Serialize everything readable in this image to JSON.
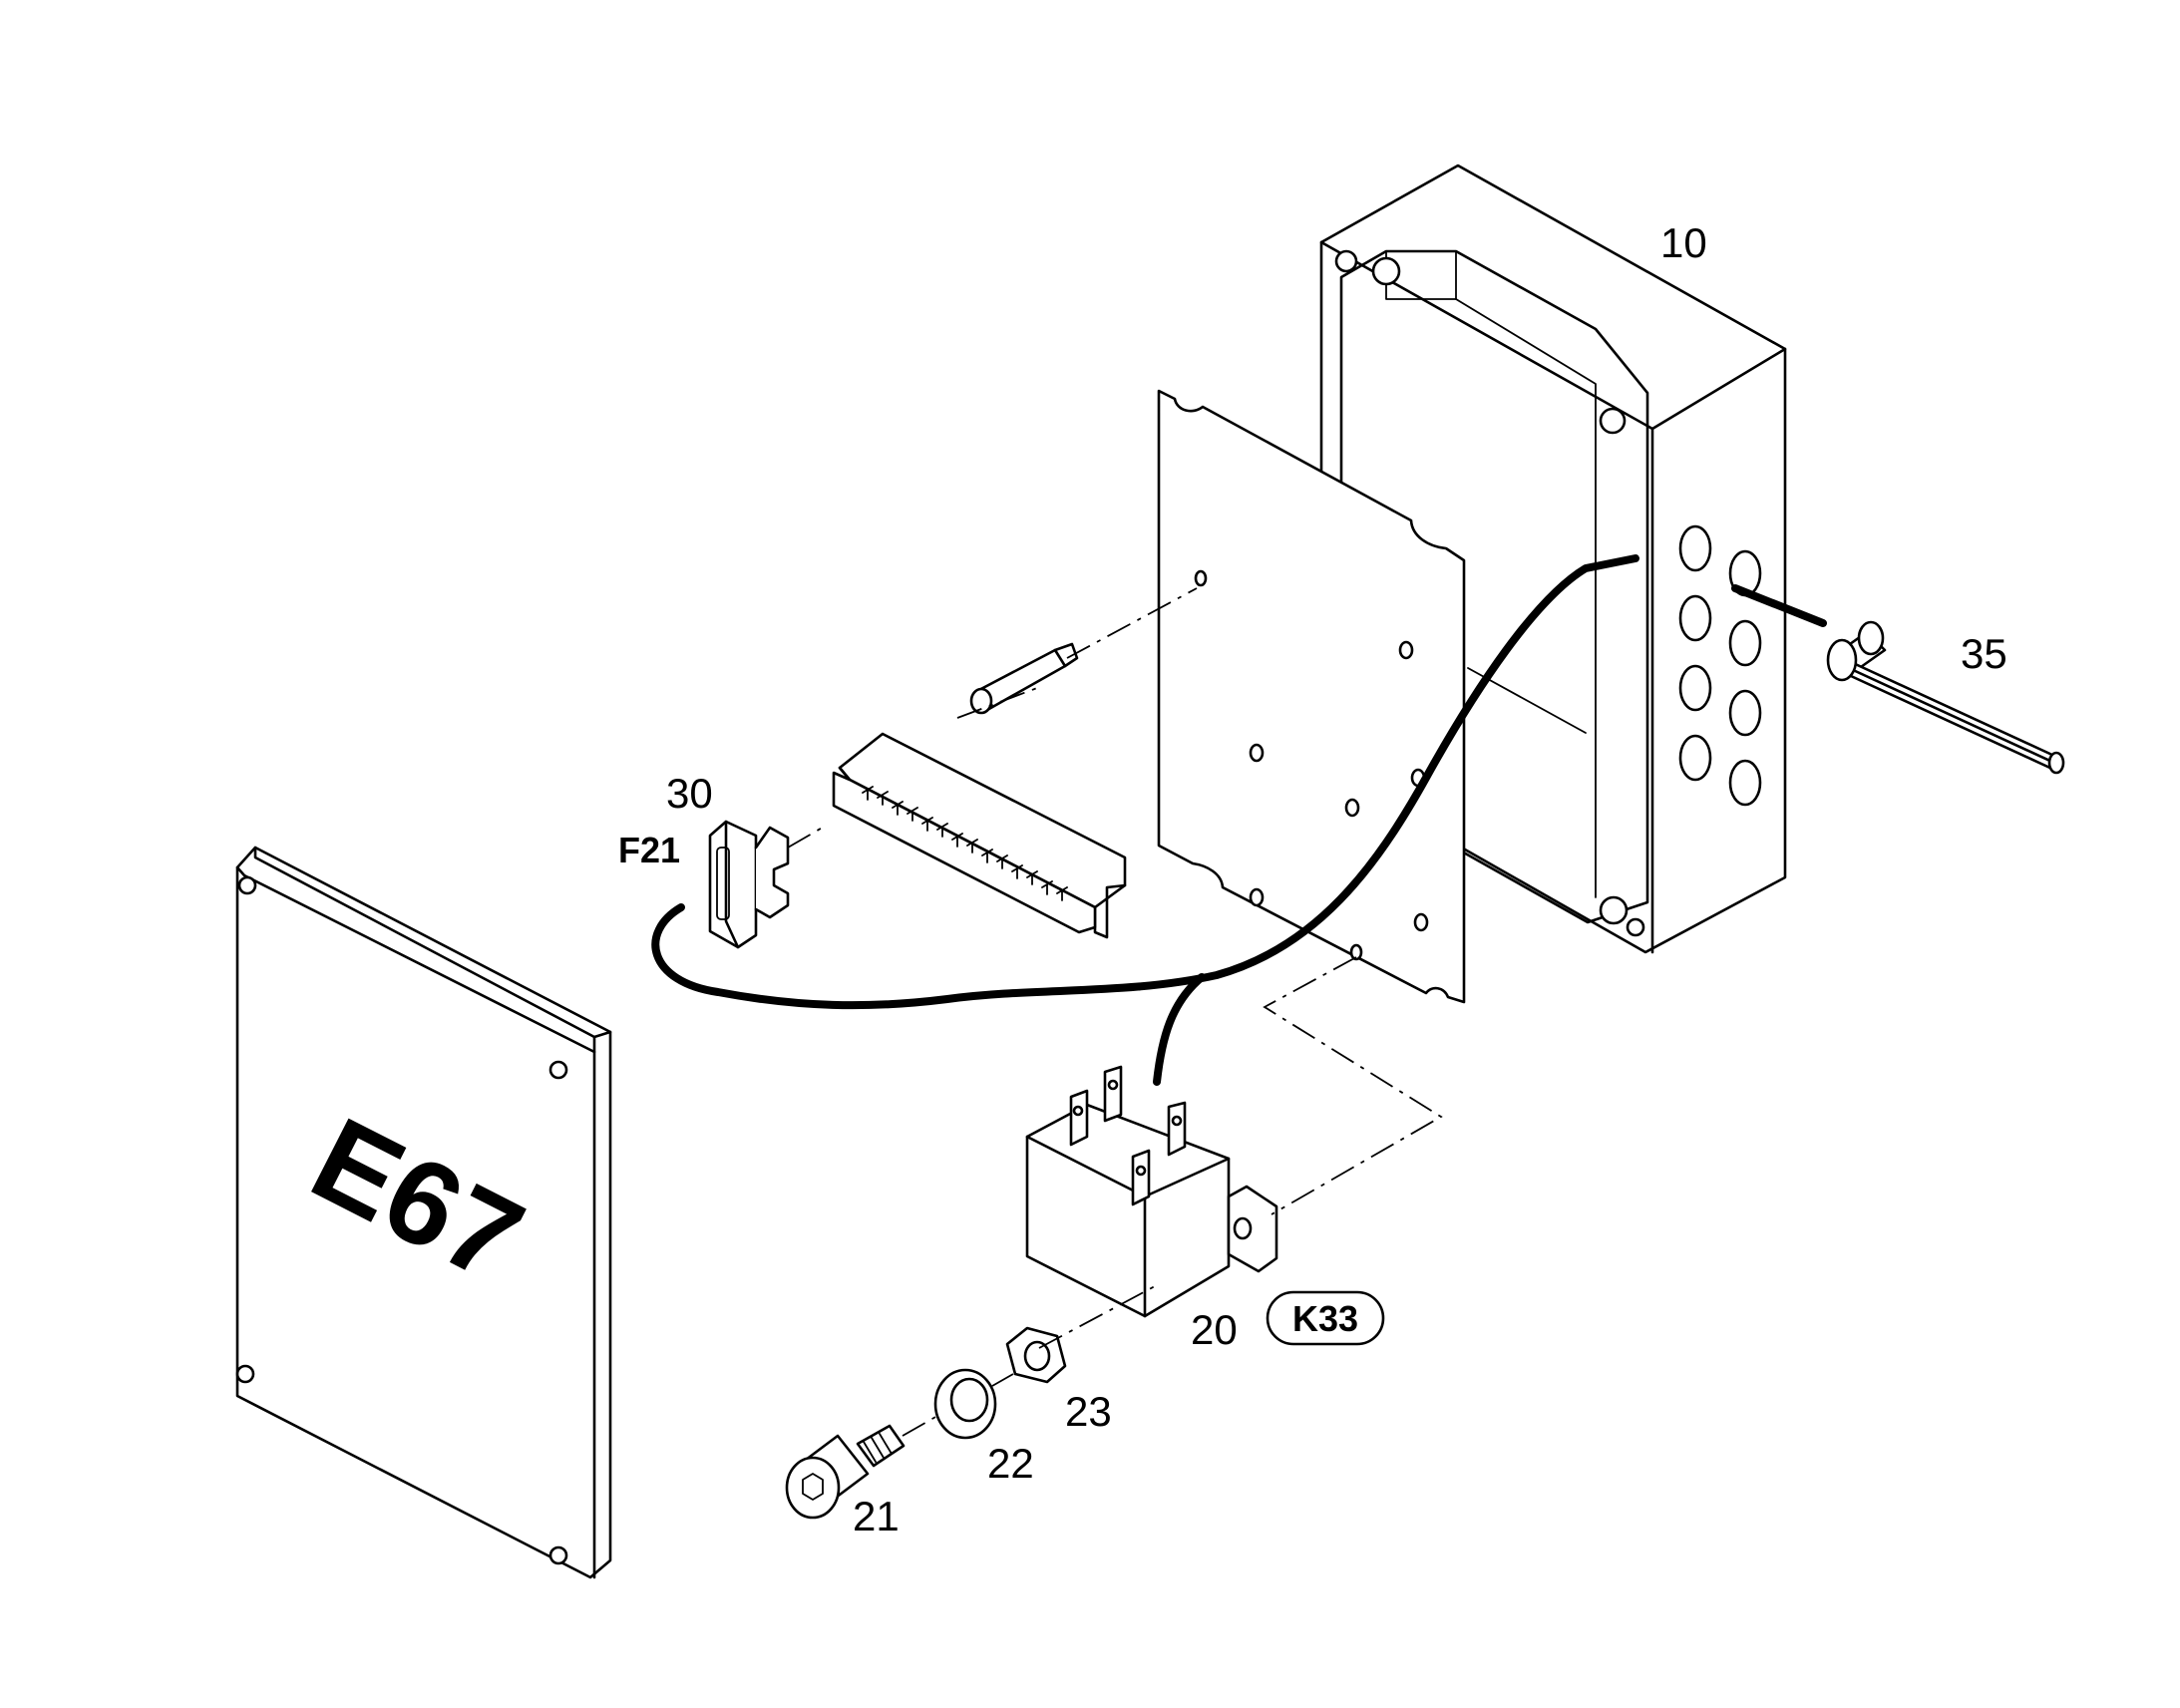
{
  "callouts": {
    "housing": "10",
    "relay": "20",
    "screw": "21",
    "washer": "22",
    "nut": "23",
    "fuse_holder": "30",
    "cable_gland": "35"
  },
  "designations": {
    "cover": "E67",
    "fuse": "F21",
    "relay": "K33"
  }
}
